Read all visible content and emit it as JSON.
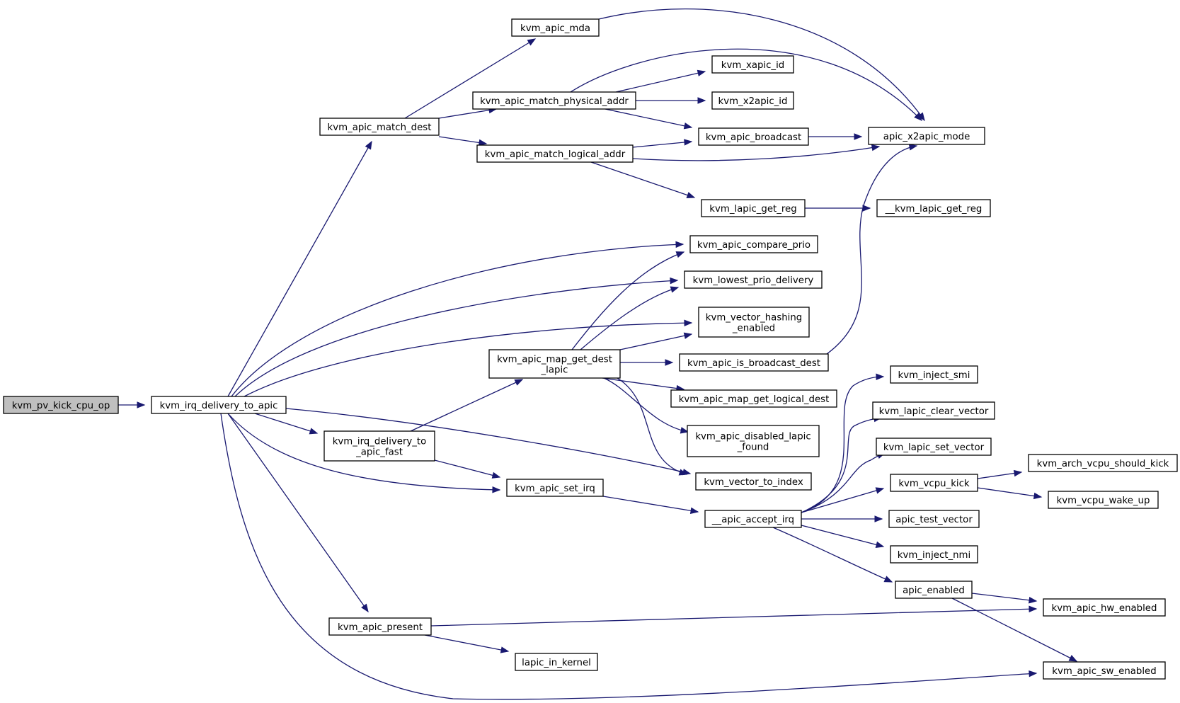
{
  "colors": {
    "edge": "#191970",
    "root_fill": "#bfbfbf",
    "node_fill": "#ffffff",
    "border": "#000000"
  },
  "nodes": {
    "kvm_pv_kick_cpu_op": [
      "kvm_pv_kick_cpu_op"
    ],
    "kvm_irq_delivery_to_apic": [
      "kvm_irq_delivery_to_apic"
    ],
    "kvm_apic_match_dest": [
      "kvm_apic_match_dest"
    ],
    "kvm_apic_mda": [
      "kvm_apic_mda"
    ],
    "kvm_apic_match_physical_addr": [
      "kvm_apic_match_physical_addr"
    ],
    "kvm_apic_match_logical_addr": [
      "kvm_apic_match_logical_addr"
    ],
    "kvm_xapic_id": [
      "kvm_xapic_id"
    ],
    "kvm_x2apic_id": [
      "kvm_x2apic_id"
    ],
    "kvm_apic_broadcast": [
      "kvm_apic_broadcast"
    ],
    "apic_x2apic_mode": [
      "apic_x2apic_mode"
    ],
    "kvm_lapic_get_reg": [
      "kvm_lapic_get_reg"
    ],
    "__kvm_lapic_get_reg": [
      "__kvm_lapic_get_reg"
    ],
    "kvm_apic_compare_prio": [
      "kvm_apic_compare_prio"
    ],
    "kvm_lowest_prio_delivery": [
      "kvm_lowest_prio_delivery"
    ],
    "kvm_vector_hashing_enabled": [
      "kvm_vector_hashing",
      "_enabled"
    ],
    "kvm_apic_map_get_dest_lapic": [
      "kvm_apic_map_get_dest",
      "_lapic"
    ],
    "kvm_apic_is_broadcast_dest": [
      "kvm_apic_is_broadcast_dest"
    ],
    "kvm_apic_map_get_logical_dest": [
      "kvm_apic_map_get_logical_dest"
    ],
    "kvm_apic_disabled_lapic_found": [
      "kvm_apic_disabled_lapic",
      "_found"
    ],
    "kvm_vector_to_index": [
      "kvm_vector_to_index"
    ],
    "kvm_irq_delivery_to_apic_fast": [
      "kvm_irq_delivery_to",
      "_apic_fast"
    ],
    "kvm_apic_set_irq": [
      "kvm_apic_set_irq"
    ],
    "__apic_accept_irq": [
      "__apic_accept_irq"
    ],
    "kvm_inject_smi": [
      "kvm_inject_smi"
    ],
    "kvm_lapic_clear_vector": [
      "kvm_lapic_clear_vector"
    ],
    "kvm_lapic_set_vector": [
      "kvm_lapic_set_vector"
    ],
    "kvm_vcpu_kick": [
      "kvm_vcpu_kick"
    ],
    "kvm_arch_vcpu_should_kick": [
      "kvm_arch_vcpu_should_kick"
    ],
    "kvm_vcpu_wake_up": [
      "kvm_vcpu_wake_up"
    ],
    "apic_test_vector": [
      "apic_test_vector"
    ],
    "kvm_inject_nmi": [
      "kvm_inject_nmi"
    ],
    "apic_enabled": [
      "apic_enabled"
    ],
    "kvm_apic_hw_enabled": [
      "kvm_apic_hw_enabled"
    ],
    "kvm_apic_present": [
      "kvm_apic_present"
    ],
    "lapic_in_kernel": [
      "lapic_in_kernel"
    ],
    "kvm_apic_sw_enabled": [
      "kvm_apic_sw_enabled"
    ]
  },
  "edges": [
    [
      "kvm_pv_kick_cpu_op",
      "kvm_irq_delivery_to_apic"
    ],
    [
      "kvm_irq_delivery_to_apic",
      "kvm_apic_match_dest"
    ],
    [
      "kvm_irq_delivery_to_apic",
      "kvm_apic_compare_prio"
    ],
    [
      "kvm_irq_delivery_to_apic",
      "kvm_lowest_prio_delivery"
    ],
    [
      "kvm_irq_delivery_to_apic",
      "kvm_vector_hashing_enabled"
    ],
    [
      "kvm_irq_delivery_to_apic",
      "kvm_irq_delivery_to_apic_fast"
    ],
    [
      "kvm_irq_delivery_to_apic",
      "kvm_vector_to_index"
    ],
    [
      "kvm_irq_delivery_to_apic",
      "kvm_apic_set_irq"
    ],
    [
      "kvm_irq_delivery_to_apic",
      "kvm_apic_present"
    ],
    [
      "kvm_irq_delivery_to_apic",
      "kvm_apic_sw_enabled"
    ],
    [
      "kvm_apic_match_dest",
      "kvm_apic_mda"
    ],
    [
      "kvm_apic_match_dest",
      "kvm_apic_match_physical_addr"
    ],
    [
      "kvm_apic_match_dest",
      "kvm_apic_match_logical_addr"
    ],
    [
      "kvm_apic_mda",
      "apic_x2apic_mode"
    ],
    [
      "kvm_apic_match_physical_addr",
      "apic_x2apic_mode"
    ],
    [
      "kvm_apic_match_physical_addr",
      "kvm_xapic_id"
    ],
    [
      "kvm_apic_match_physical_addr",
      "kvm_x2apic_id"
    ],
    [
      "kvm_apic_match_physical_addr",
      "kvm_apic_broadcast"
    ],
    [
      "kvm_apic_match_logical_addr",
      "kvm_apic_broadcast"
    ],
    [
      "kvm_apic_match_logical_addr",
      "apic_x2apic_mode"
    ],
    [
      "kvm_apic_match_logical_addr",
      "kvm_lapic_get_reg"
    ],
    [
      "kvm_apic_broadcast",
      "apic_x2apic_mode"
    ],
    [
      "kvm_lapic_get_reg",
      "__kvm_lapic_get_reg"
    ],
    [
      "kvm_apic_map_get_dest_lapic",
      "kvm_apic_compare_prio"
    ],
    [
      "kvm_apic_map_get_dest_lapic",
      "kvm_lowest_prio_delivery"
    ],
    [
      "kvm_apic_map_get_dest_lapic",
      "kvm_vector_hashing_enabled"
    ],
    [
      "kvm_apic_map_get_dest_lapic",
      "kvm_apic_is_broadcast_dest"
    ],
    [
      "kvm_apic_map_get_dest_lapic",
      "kvm_apic_map_get_logical_dest"
    ],
    [
      "kvm_apic_map_get_dest_lapic",
      "kvm_apic_disabled_lapic_found"
    ],
    [
      "kvm_apic_map_get_dest_lapic",
      "kvm_vector_to_index"
    ],
    [
      "kvm_apic_is_broadcast_dest",
      "apic_x2apic_mode"
    ],
    [
      "kvm_irq_delivery_to_apic_fast",
      "kvm_apic_map_get_dest_lapic"
    ],
    [
      "kvm_irq_delivery_to_apic_fast",
      "kvm_apic_set_irq"
    ],
    [
      "kvm_apic_set_irq",
      "__apic_accept_irq"
    ],
    [
      "__apic_accept_irq",
      "kvm_inject_smi"
    ],
    [
      "__apic_accept_irq",
      "kvm_lapic_clear_vector"
    ],
    [
      "__apic_accept_irq",
      "kvm_lapic_set_vector"
    ],
    [
      "__apic_accept_irq",
      "kvm_vcpu_kick"
    ],
    [
      "__apic_accept_irq",
      "apic_test_vector"
    ],
    [
      "__apic_accept_irq",
      "kvm_inject_nmi"
    ],
    [
      "__apic_accept_irq",
      "apic_enabled"
    ],
    [
      "kvm_vcpu_kick",
      "kvm_arch_vcpu_should_kick"
    ],
    [
      "kvm_vcpu_kick",
      "kvm_vcpu_wake_up"
    ],
    [
      "apic_enabled",
      "kvm_apic_hw_enabled"
    ],
    [
      "apic_enabled",
      "kvm_apic_sw_enabled"
    ],
    [
      "kvm_apic_present",
      "kvm_apic_hw_enabled"
    ],
    [
      "kvm_apic_present",
      "lapic_in_kernel"
    ]
  ]
}
